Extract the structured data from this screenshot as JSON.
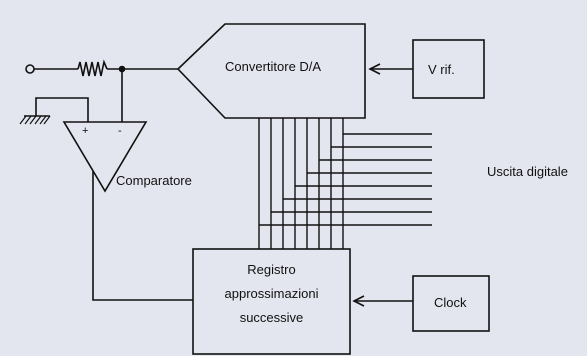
{
  "diagram": {
    "dac_label": "Convertitore D/A",
    "vref_label": "V rif.",
    "comparator_label": "Comparatore",
    "comparator_plus": "+",
    "comparator_minus": "-",
    "register_line1": "Registro",
    "register_line2": "approssimazioni",
    "register_line3": "successive",
    "clock_label": "Clock",
    "output_label": "Uscita digitale"
  },
  "colors": {
    "ink": "#111111",
    "paper": "#e4e6ef"
  }
}
